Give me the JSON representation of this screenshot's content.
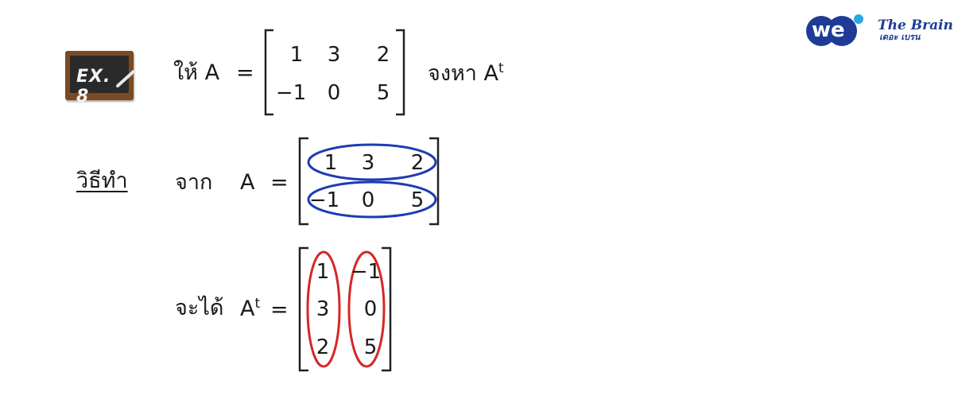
{
  "badge": {
    "label": "EX. 8"
  },
  "logos": {
    "we": "we",
    "brain_title": "The Brain",
    "brain_sub": "เดอะ เบรน"
  },
  "problem": {
    "given_word": "ให้ A",
    "equals": "=",
    "find_word": "จงหา A",
    "sup": "t",
    "matrix": [
      [
        "1",
        "3",
        "2"
      ],
      [
        "−1",
        "0",
        "5"
      ]
    ]
  },
  "solution": {
    "label": "วิธีทำ",
    "from_word": "จาก",
    "var_A": "A",
    "equals": "=",
    "matrix": [
      [
        "1",
        "3",
        "2"
      ],
      [
        "−1",
        "0",
        "5"
      ]
    ],
    "get_word": "จะได้",
    "var_At": "A",
    "sup": "t",
    "equals2": "=",
    "transpose": [
      [
        "1",
        "−1"
      ],
      [
        "3",
        "0"
      ],
      [
        "2",
        "5"
      ]
    ]
  },
  "colors": {
    "row_highlight": "#1e3cb4",
    "column_highlight": "#d42828",
    "bracket": "#222222",
    "board_frame": "#7a4a22",
    "board_surface": "#2a2a2a"
  }
}
